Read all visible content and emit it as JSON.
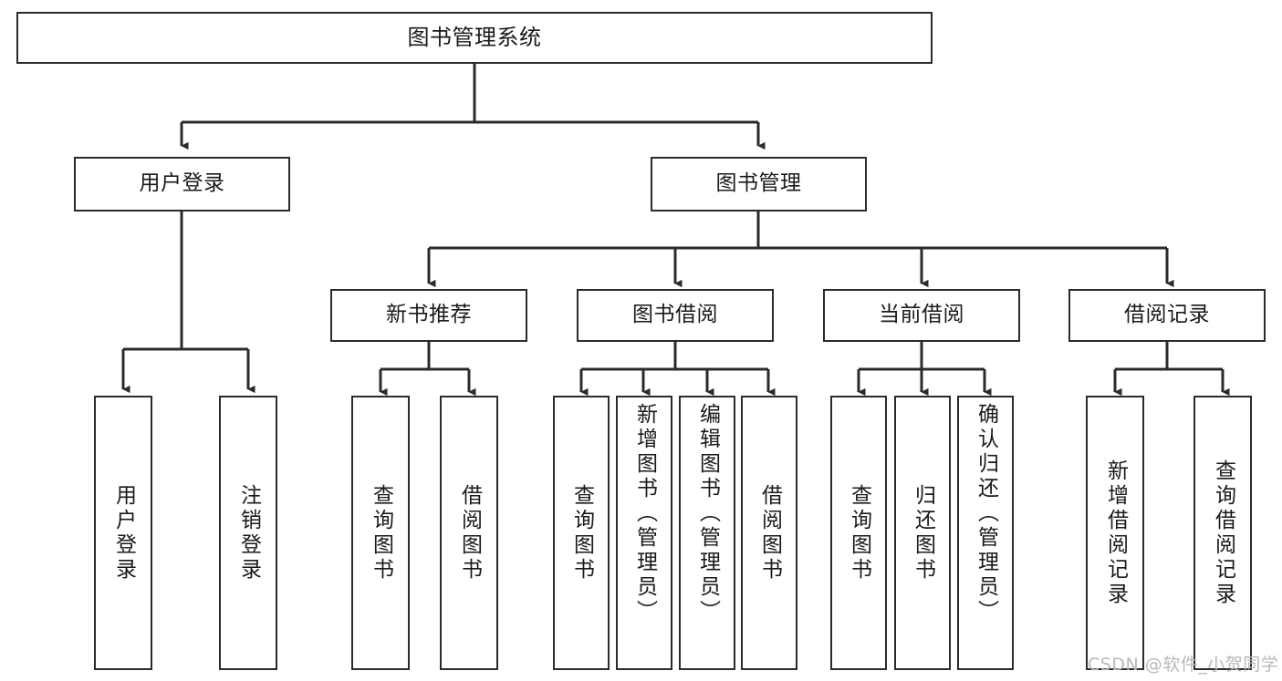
{
  "diagram": {
    "title": "图书管理系统",
    "type": "功能结构图",
    "watermark": "CSDN @软件_小贺同学",
    "colors": {
      "box_border": "#2b2b2b",
      "box_fill": "#ffffff",
      "edge": "#2b2b2b",
      "text": "#1a1a1a",
      "watermark": "#b9b9b9",
      "canvas": "#ffffff"
    },
    "nodes": {
      "root": {
        "label": "图书管理系统",
        "level": 1
      },
      "user_login": {
        "label": "用户登录",
        "level": 2
      },
      "book_manage": {
        "label": "图书管理",
        "level": 2
      },
      "new_book_rec": {
        "label": "新书推荐",
        "level": 3
      },
      "book_borrow": {
        "label": "图书借阅",
        "level": 3
      },
      "current_borrow": {
        "label": "当前借阅",
        "level": 3
      },
      "borrow_record": {
        "label": "借阅记录",
        "level": 3
      },
      "leaf_user_login": {
        "label": "用户登录",
        "level": 4
      },
      "leaf_logout": {
        "label": "注销登录",
        "level": 4
      },
      "leaf_query_book_1": {
        "label": "查询图书",
        "level": 4
      },
      "leaf_borrow_book_1": {
        "label": "借阅图书",
        "level": 4
      },
      "leaf_query_book_2": {
        "label": "查询图书",
        "level": 4
      },
      "leaf_add_book": {
        "label": "新增图书（管理员）",
        "level": 4
      },
      "leaf_edit_book": {
        "label": "编辑图书（管理员）",
        "level": 4
      },
      "leaf_borrow_book_2": {
        "label": "借阅图书",
        "level": 4
      },
      "leaf_query_book_3": {
        "label": "查询图书",
        "level": 4
      },
      "leaf_return_book": {
        "label": "归还图书",
        "level": 4
      },
      "leaf_confirm_return": {
        "label": "确认归还（管理员）",
        "level": 4
      },
      "leaf_add_record": {
        "label": "新增借阅记录",
        "level": 4
      },
      "leaf_query_record": {
        "label": "查询借阅记录",
        "level": 4
      }
    }
  }
}
